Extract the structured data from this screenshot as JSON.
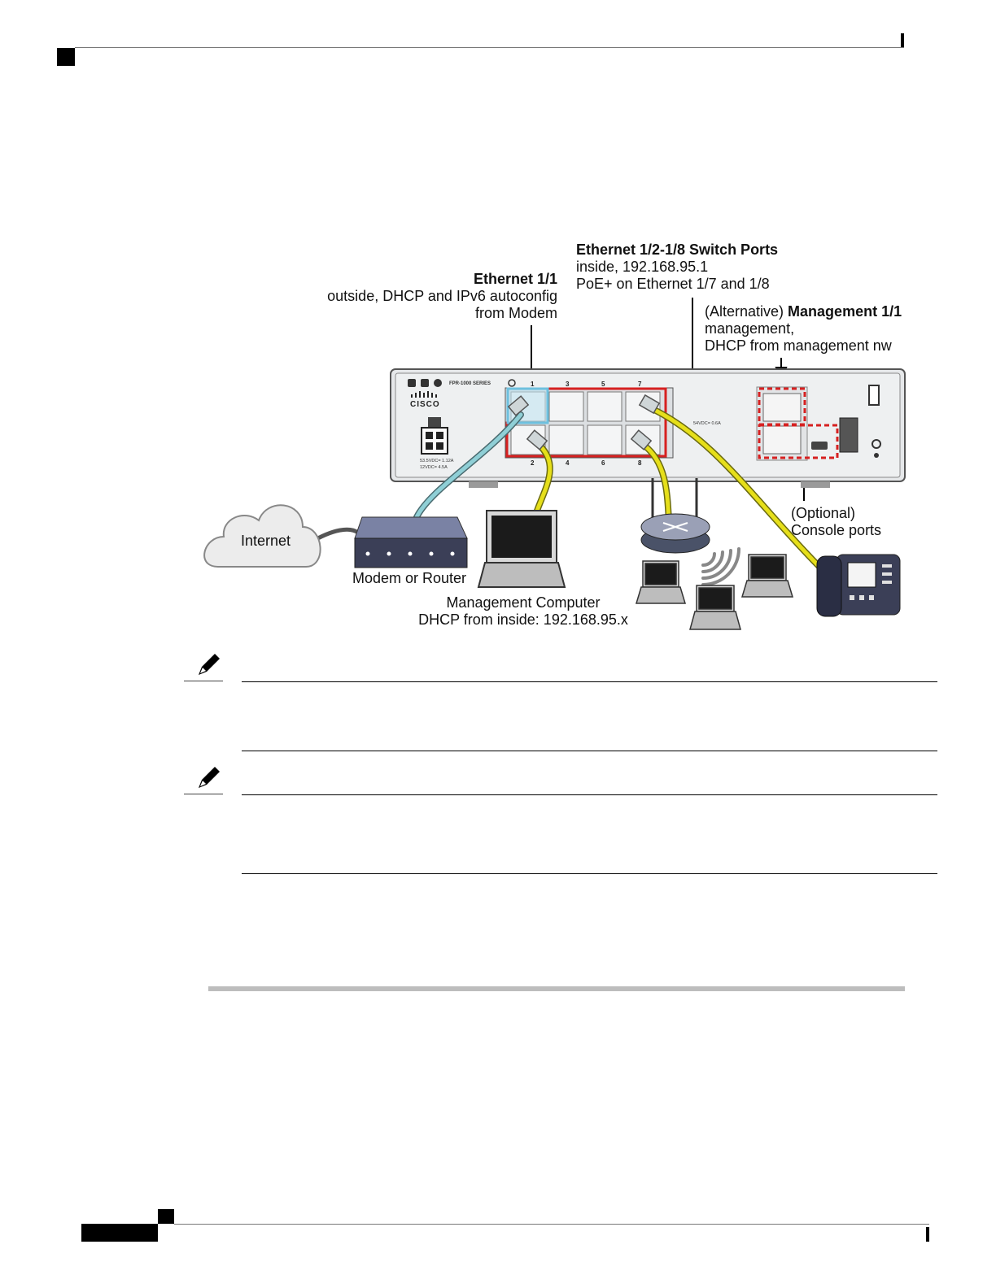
{
  "diagram": {
    "labels": {
      "eth11_title": "Ethernet 1/1",
      "eth11_line1": "outside, DHCP and IPv6 autoconfig",
      "eth11_line2": "from Modem",
      "switch_title": "Ethernet 1/2-1/8 Switch Ports",
      "switch_line1": "inside, 192.168.95.1",
      "switch_line2": "PoE+ on Ethernet 1/7 and 1/8",
      "mgmt_prefix": "(Alternative) ",
      "mgmt_title": "Management 1/1",
      "mgmt_line1": "management,",
      "mgmt_line2": "DHCP from management nw",
      "console_line1": "(Optional)",
      "console_line2": "Console ports",
      "internet": "Internet",
      "modem": "Modem or Router",
      "mgmt_pc_line1": "Management Computer",
      "mgmt_pc_line2": "DHCP from inside: 192.168.95.x"
    },
    "device": {
      "brand": "CISCO",
      "series": "FPR-1000 SERIES",
      "port_numbers_top": [
        "1",
        "3",
        "5",
        "7"
      ],
      "port_numbers_bottom": [
        "2",
        "4",
        "6",
        "8"
      ],
      "power_rating": "53.5VDC= 1.12A",
      "power_rating2": "12VDC= 4.5A",
      "poe_rating": "54VDC= 0.6A"
    },
    "colors": {
      "outside_highlight": "#7ec8e3",
      "inside_highlight": "#d62020",
      "yellow_cable": "#e6df1a",
      "blue_cable": "#8fcfd6",
      "chassis": "#e4e6e8"
    }
  }
}
